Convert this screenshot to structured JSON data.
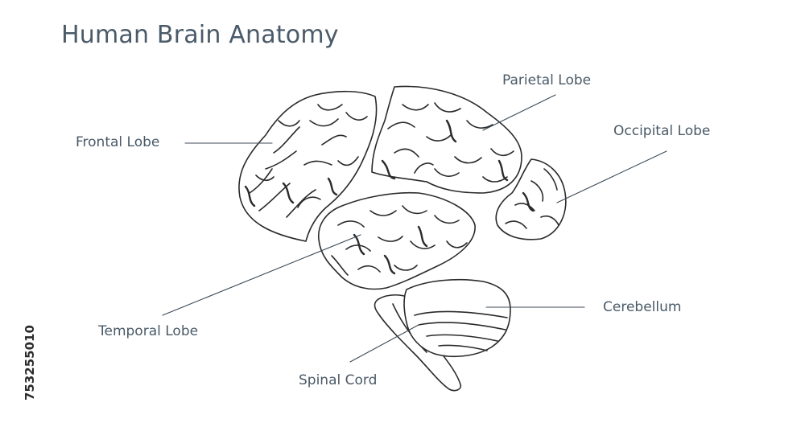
{
  "title": "Human Brain Anatomy",
  "labels": {
    "frontal": "Frontal Lobe",
    "parietal": "Parietal Lobe",
    "occipital": "Occipital Lobe",
    "temporal": "Temporal Lobe",
    "cerebellum": "Cerebellum",
    "spinal": "Spinal Cord"
  },
  "side_id": "753255010",
  "colors": {
    "text": "#4a5a68",
    "outline": "#2a2a2a",
    "background": "#ffffff"
  }
}
